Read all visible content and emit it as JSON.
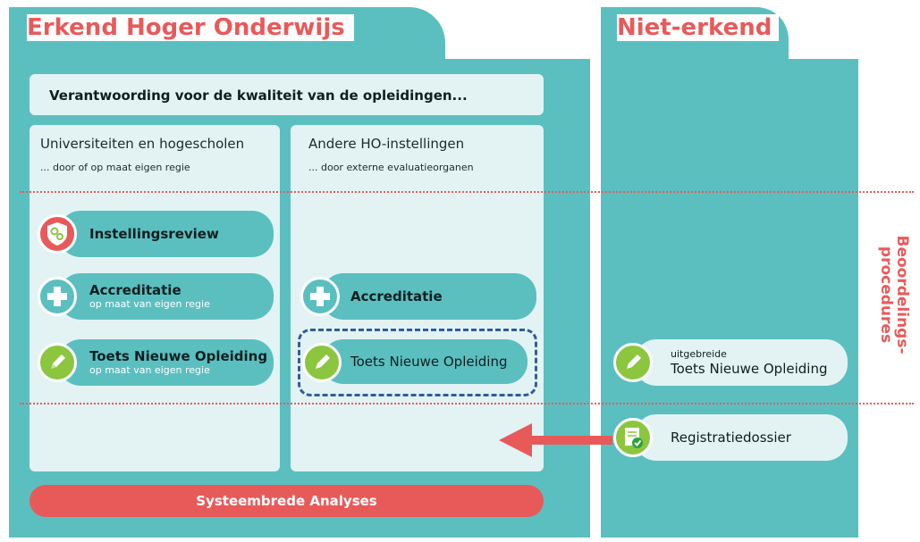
{
  "left_panel": {
    "title": "Erkend Hoger Onderwijs",
    "header_box": "Verantwoording voor de kwaliteit van de opleidingen...",
    "col1": {
      "title": "Universiteiten en hogescholen",
      "subtitle": "... door of op maat eigen regie",
      "items": [
        {
          "label": "Instellingsreview",
          "sub": "",
          "icon": "shield-gears-icon"
        },
        {
          "label": "Accreditatie",
          "sub": "op maat van eigen regie",
          "icon": "plus-cross-icon"
        },
        {
          "label": "Toets Nieuwe Opleiding",
          "sub": "op maat van eigen regie",
          "icon": "pencil-icon"
        }
      ]
    },
    "col2": {
      "title": "Andere HO-instellingen",
      "subtitle": "... door externe evaluatieorganen",
      "items": [
        {
          "label": "Accreditatie",
          "icon": "plus-cross-icon"
        },
        {
          "label": "Toets Nieuwe Opleiding",
          "icon": "pencil-icon"
        }
      ]
    },
    "bottom_bar": "Systeembrede Analyses"
  },
  "right_panel": {
    "title": "Niet-erkend",
    "items": [
      {
        "pre": "uitgebreide",
        "label": "Toets Nieuwe Opleiding",
        "icon": "pencil-icon"
      },
      {
        "label": "Registratiedossier",
        "icon": "document-check-icon"
      }
    ]
  },
  "side_label": "Beoordelings-\nprocedures",
  "colors": {
    "teal": "#5bbfc0",
    "coral": "#e85a5a",
    "light": "#e3f3f3",
    "green": "#8cc63f",
    "dash_blue": "#2f5d9e"
  }
}
